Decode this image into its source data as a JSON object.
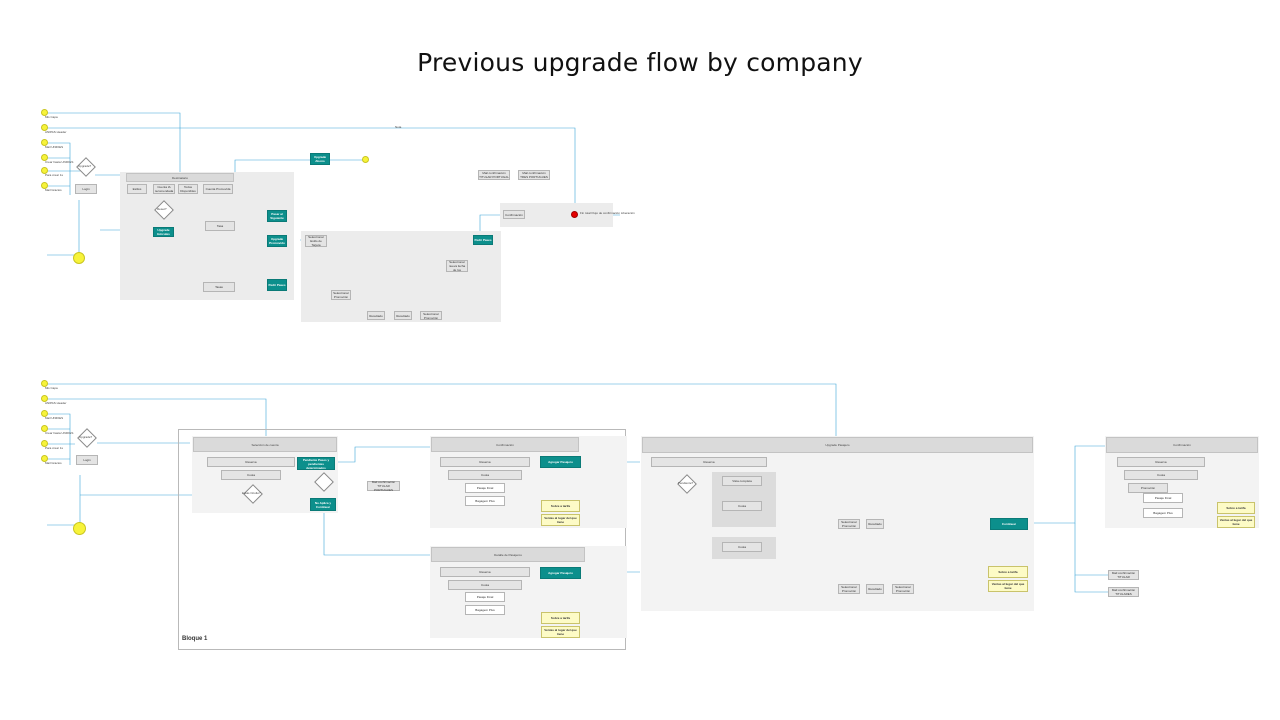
{
  "title": "Previous upgrade flow by company",
  "top": {
    "inputs": [
      "Mis Capa",
      "ANIPAS Header",
      "Mail UNIFIES",
      "Crear hasta UNIFIES",
      "Para crear 1s",
      "Mail Gracios"
    ],
    "upgrade_q": "Upgrade?",
    "login": "Login",
    "main_bar": "Destinatario",
    "reset_q": "Reset?",
    "cols": [
      "Estilos",
      "Cuenta IA recomendada",
      "Todos Disponibles",
      "Cuenta Promovida"
    ],
    "inner_box": "Tasa",
    "teal_upgrade": "Upgrade Hércules",
    "teal_bottom": "Upgrade Promovido",
    "teal_pasar": "Pasar al Siguiente",
    "mid_teal": "Upgrade Abono",
    "right_teal": "Pedir Pases",
    "confirm": "Confirmación",
    "mail_top_a": "Mail confirmación TITULAR PORTUGAL",
    "mail_top_b": "Mail confirmación TRES PORTUGUES",
    "end_label": "Fin total Flujo de confirmación Liberación",
    "nota": "Nota",
    "sample_left": "Tasas",
    "bottom_a": "Seleccionar Promoción",
    "bottom_b": "Resultado",
    "bottom_c": "Seleccionar Promoción",
    "mid_box_a": "Seleccionar Estilo de Tarjeta",
    "mid_box_b": "Seleccionar nueva fecha de los"
  },
  "bottom": {
    "bloque": "Bloque 1",
    "sel_cuenta": "Selección de cuenta",
    "reserva": "Reserva",
    "cuota": "Cuota",
    "es_oculto": "Estás Oculto?",
    "pendiente": "Pendiente Pases y pendientes determinados",
    "teal_no_aplica": "No Aplica y Continuar",
    "mail_confirm": "Mail confirmación TITULAR PORTUGUES",
    "confirmar": "Confirmación",
    "agregar_pasajero": "Agregar Pasajero",
    "pasaje": "Pasaje Final",
    "escalas": "Bagagem Plus",
    "sobre_ea": "Sobre a tarifa",
    "detalle": "Ventas al lugar del que tiene",
    "detalle_flujo": "Detalle de Pasajeros",
    "upgrade_pasajero": "Upgrade Pasajero",
    "reserva2": "Reserva",
    "cuota2": "Cuota",
    "continuar": "Continuar",
    "confirmacion": "Confirmación",
    "mail_a": "Mail confirmación TITULAR",
    "mail_b": "Mail confirmación TITULARES",
    "pendiente_q": "Pendiente?",
    "vista_a": "Vista completa",
    "vista_b": "Cuota",
    "seleccionar": "Seleccionar Promoción",
    "resultado": "Resultado",
    "reserva3": "Reserva",
    "cuota3": "Cuota",
    "promoc": "Promoción",
    "pasaje3": "Pasaje Final",
    "escalas3": "Bagagem Plus"
  },
  "colors": {
    "teal": "#0c8f8c",
    "wire": "#3aa6d8",
    "note": "#fdfbc6",
    "yellow_dot": "#f7f33a",
    "red_dot": "#e40000"
  }
}
